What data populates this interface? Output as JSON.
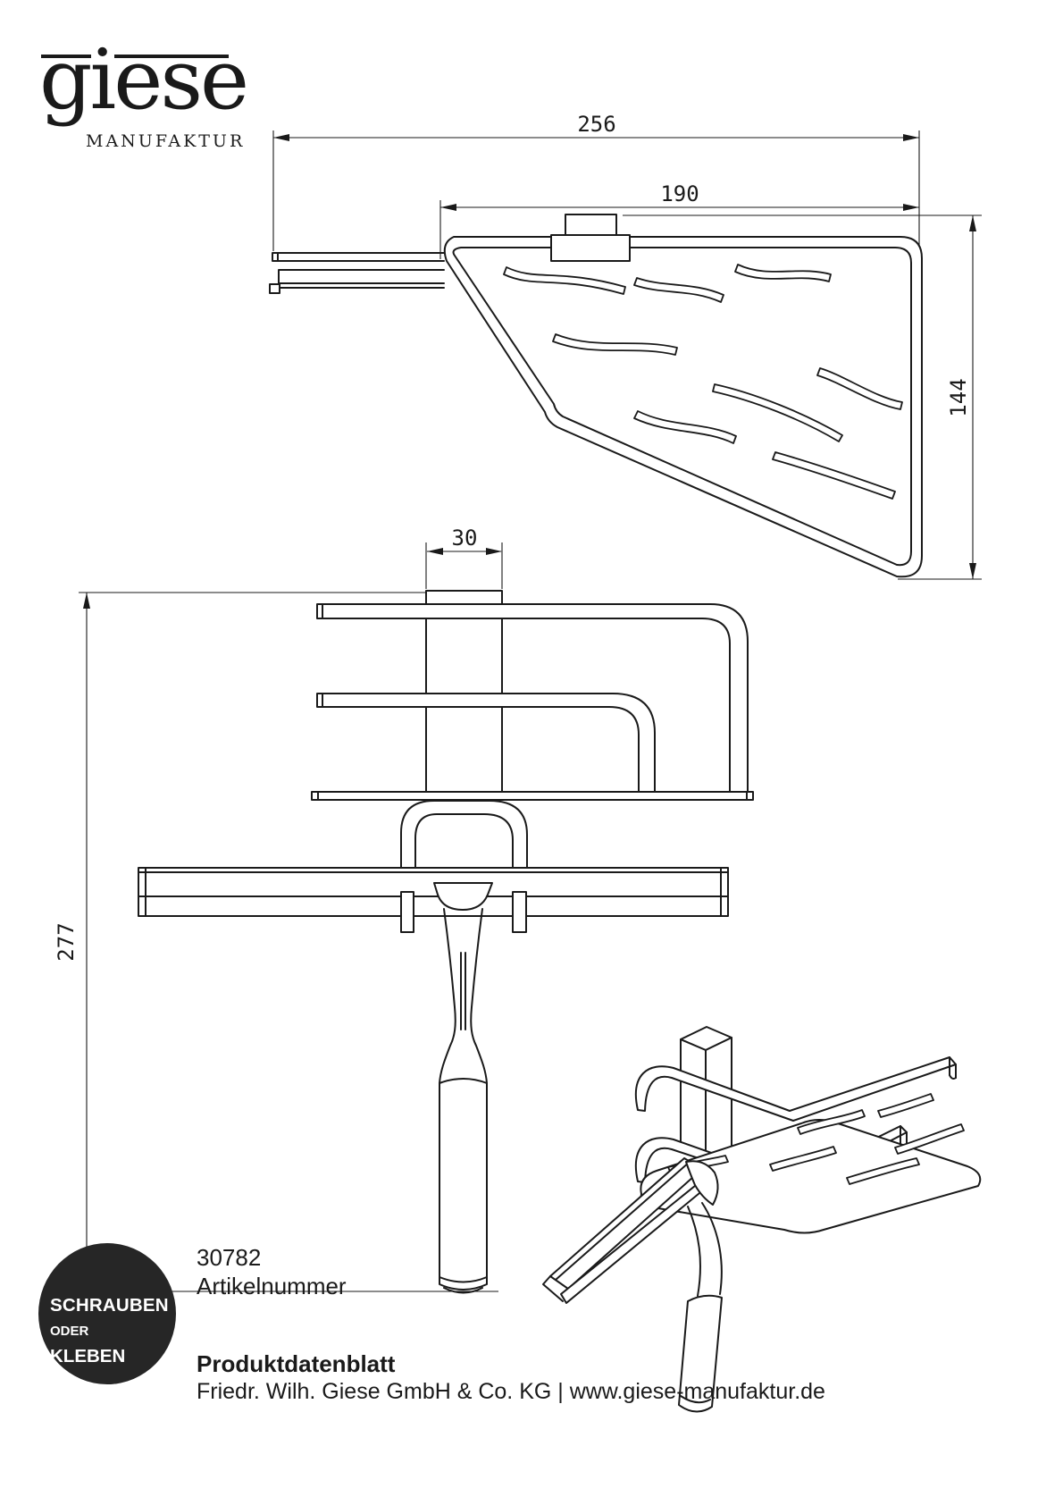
{
  "logo": {
    "brand": "giese",
    "subtitle": "MANUFAKTUR"
  },
  "drawing": {
    "dim_total_width": "256",
    "dim_plate_width": "190",
    "dim_depth": "144",
    "dim_bracket_width": "30",
    "dim_total_height": "277"
  },
  "badge": {
    "line1": "SCHRAUBEN",
    "line2": "ODER",
    "line3": "KLEBEN"
  },
  "article": {
    "number": "30782",
    "label": "Artikelnummer"
  },
  "footer": {
    "doc_title": "Produktdatenblatt",
    "company_line": "Friedr. Wilh. Giese GmbH & Co. KG | www.giese-manufaktur.de"
  },
  "colors": {
    "ink": "#1a1a1a",
    "badge_bg": "#262626",
    "badge_text": "#ffffff",
    "background": "#ffffff"
  }
}
